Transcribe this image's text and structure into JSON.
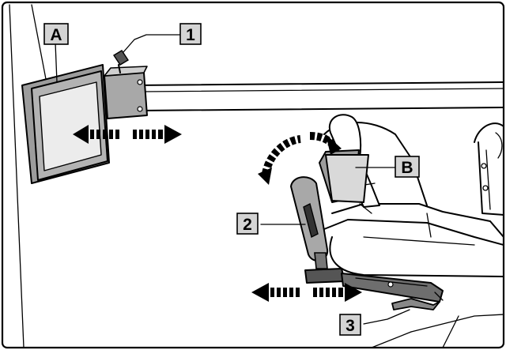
{
  "callouts": {
    "A": "A",
    "B": "B",
    "one": "1",
    "two": "2",
    "three": "3"
  },
  "colors": {
    "frame": "#000000",
    "panel_gray": "#b3b3b3",
    "screen_light": "#ececec",
    "label_fill": "#d4d4d4",
    "dark_part": "#4a4a4a"
  },
  "icons": [
    "bidirectional-dashed-arrow",
    "curved-rotation-arrow"
  ]
}
